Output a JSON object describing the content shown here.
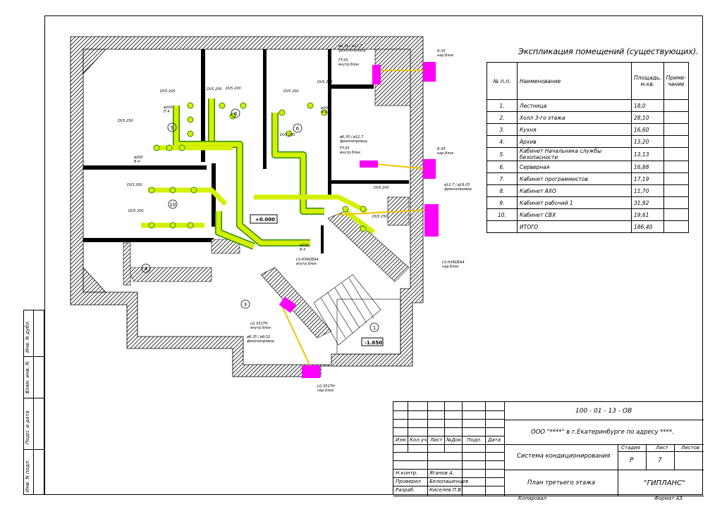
{
  "explication": {
    "title": "Экспликация помещений (существующих).",
    "headers": {
      "num": "№ п.п.",
      "name": "Наименование",
      "area": "Площадь, м.кв.",
      "note": "Приме-чание"
    },
    "rows": [
      {
        "num": "1.",
        "name": "Лестница",
        "area": "18,0"
      },
      {
        "num": "2.",
        "name": "Холл 3-го этажа",
        "area": "28,10"
      },
      {
        "num": "3.",
        "name": "Кухня",
        "area": "16,60"
      },
      {
        "num": "4.",
        "name": "Архив",
        "area": "13,20"
      },
      {
        "num": "5.",
        "name": "Кабинет Начальника службы безопасности",
        "area": "13,13"
      },
      {
        "num": "6.",
        "name": "Серверная",
        "area": "16,88"
      },
      {
        "num": "7.",
        "name": "Кабинет программистов",
        "area": "17,19"
      },
      {
        "num": "8.",
        "name": "Кабинет АХО",
        "area": "11,70"
      },
      {
        "num": "9.",
        "name": "Кабинет рабочий 1",
        "area": "31,92"
      },
      {
        "num": "10.",
        "name": "Кабинет СВХ",
        "area": "19,61"
      }
    ],
    "total": {
      "name": "ИТОГО",
      "area": "186,40"
    }
  },
  "plan": {
    "level_main": "+0.000",
    "level_stair": "-1.650",
    "room_numbers": [
      "1",
      "3",
      "4",
      "5",
      "6",
      "8",
      "10"
    ],
    "labels": {
      "dvs": "DVS 200",
      "dvs250": "DVS 250",
      "d200": "ø200",
      "p4": "П 4",
      "v4": "В 4",
      "ft35": "FT-35",
      "blk": "внутр.блок",
      "nar": "нар.блок",
      "freon1": "ø6,35 / ø12,7",
      "freon2": "ø6,35 / ø12,7",
      "freon3": "ø12,7 / ø19,05",
      "freon4": "ø6,35 / ø9,52",
      "freon_label": "фреонопровод",
      "ls_main": "LS-H36DEA4",
      "ls_main2": "внутр.блок",
      "ls_nar": "LS-H36DEA4",
      "lg1": "LG S51TH",
      "lg2": "LG S51TH",
      "r35": "R-35",
      "r35b": "R-35"
    }
  },
  "side_stamp": {
    "inv_dubl": "Инв. N дубл.",
    "vzam": "Взам. инв. N",
    "podp1": "Подп. и дата",
    "inv_podl": "Инв. N подл."
  },
  "stamp": {
    "code": "100 - 01 - 13 - ОВ",
    "object": "ООО \"****\" в г.Екатеринбурге по адресу ****.",
    "system": "Система кондиционирования",
    "sheet_title": "План третьего этажа",
    "company": "\"ГИПЛАНС\"",
    "stage_label": "Стадия",
    "sheet_label": "Лист",
    "sheets_label": "Листов",
    "stage": "Р",
    "sheet": "7",
    "cols": [
      "Изм.",
      "Кол.уч.",
      "Лист",
      "№Док.",
      "Подп.",
      "Дата"
    ],
    "n_kontr": "Н.контр.",
    "n_kontr_name": "Яганов А.",
    "proveril": "Проверил",
    "proveril_name": "Белопашенцев",
    "razrab": "Разраб.",
    "razrab_name": "Киселев П.В."
  },
  "bottom": {
    "copy": "Копировал",
    "format": "Формат А3"
  },
  "colors": {
    "duct": "#d4f000",
    "duct_dark": "#2a8a00",
    "freon": "#f2c200",
    "unit": "#ff00ff",
    "wall": "#000000"
  }
}
